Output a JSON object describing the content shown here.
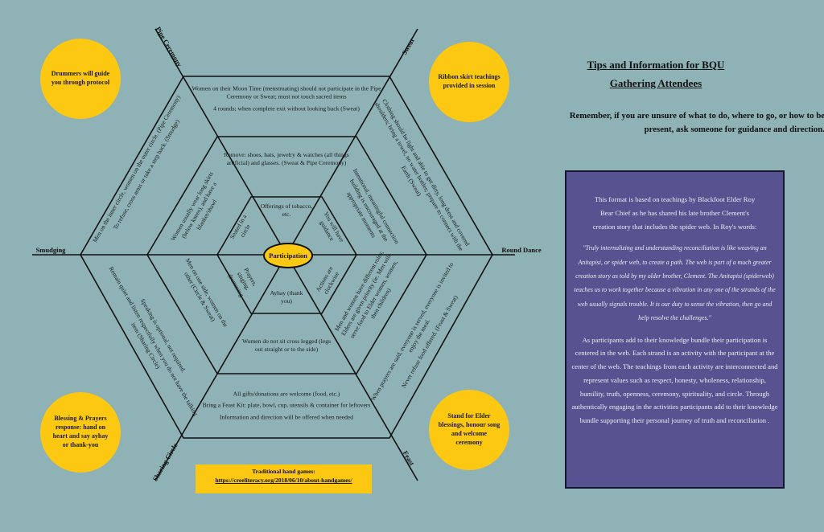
{
  "header": {
    "title_line1": "Tips and Information for BQU",
    "title_line2": "Gathering Attendees",
    "subtitle": "Remember, if you are unsure of what to do, where to go, or how to be present, ask someone for guidance and direction."
  },
  "center_label": "Participation",
  "strands": {
    "pipe": "Pipe Ceremony",
    "sweat": "Sweat",
    "smudging": "Smudging",
    "round_dance": "Round Dance",
    "sharing": "Sharing Circle",
    "feast": "Feast"
  },
  "outer": {
    "top_1": "Women on their Moon Time (menstruating) should not participate in the Pipe Ceremony or Sweat; must not touch sacred items",
    "top_2": "4 rounds; when complete exit without looking back (Sweat)",
    "top_left_1": "Men on the inner circle, women on the outer circle. (Pipe Ceremony)",
    "top_left_2": "To refuse, cross arms or take a step back. (Smudge)",
    "top_right": "Clothing should be light and able to get dirty, long dress and covered shoulders; bring a towel, no water bottles; prepare to connect with the Earth (Sweat)",
    "bottom_left_1": "Speaking is optional, not required.",
    "bottom_left_2": "Remain quiet and listen respectfully when you do not have the talking item (Sharing Circle)",
    "bottom_right_1": "When prayers are said, everyone is served, everyone is invited to enjoy the meal.",
    "bottom_right_2": "Never refuse food offered. (Feast & Sweat)",
    "bottom_1": "All gifts/donations are welcome (food, etc.)",
    "bottom_2": "Bring a Feast Kit: plate, bowl, cup, utensils & container for leftovers",
    "bottom_3": "Information and direction will be offered when needed"
  },
  "middle": {
    "top": "Remove: shoes, hats, jewelry & watches (all things artificial) and glasses. (Sweat & Pipe Ceremony)",
    "top_left": "Women usually wear long skirts (below knees), and have a blanket/shawl",
    "top_right": "Intentional, meaningful connection building is encouraged at the appropriate moments",
    "bottom_left": "Men on one side, women on the other (Circle & Sweat)",
    "bottom_right": "Men and women have different roles; Elders are given priority (ie. Men will serve food to Elder women, women, then children)",
    "bottom": "Women do not sit cross legged (legs out straight or to the side)"
  },
  "inner": {
    "top": "Offerings of tobacco, etc.",
    "top_left": "Seated in a circle",
    "top_right": "You will have guidance",
    "bottom_left": "Prayers, singing, drumming",
    "bottom_right": "Actions are clockwise",
    "bottom": "Ayhay (thank you)"
  },
  "callouts": {
    "top_left": "Drummers will guide you through protocol",
    "top_right": "Ribbon skirt teachings provided in session",
    "bottom_left": "Blessing & Prayers response: hand on heart and say ayhay or thank-you",
    "bottom_right": "Stand for Elder blessings, honour song and welcome ceremony"
  },
  "games": {
    "label": "Traditional hand games:",
    "link": "https://creeliteracy.org/2018/06/10/about-handgames/"
  },
  "panel": {
    "intro": "This format is based on teachings by Blackfoot Elder Roy Bear Chief as he has shared his late brother Clement's creation story that includes the spider web. In Roy's words:",
    "quote": "\"Truly internalizing and understanding reconciliation is like weaving an Anitapisi, or spider web, to create a path. The web is part of a much greater creation story as told by my older brother, Clement. The Anitapisi (spiderweb) teaches us to work together because a vibration in any one of the strands of the web usually signals trouble. It is our duty to sense the vibration, then go and help resolve the challenges.\"",
    "body": "As participants add to their knowledge bundle their participation is centered in the web. Each strand is an activity with the participant at the center of the web. The teachings from each activity are interconnected and represent values such as respect, honesty, wholeness, relationship, humility, truth, openness, ceremony, spirituality, and circle. Through authentically engaging in the activities participants add to their knowledge bundle supporting their personal journey of truth and reconciliation ."
  },
  "colors": {
    "background": "#8eb2b5",
    "yellow": "#fdc812",
    "panel": "#565390"
  }
}
